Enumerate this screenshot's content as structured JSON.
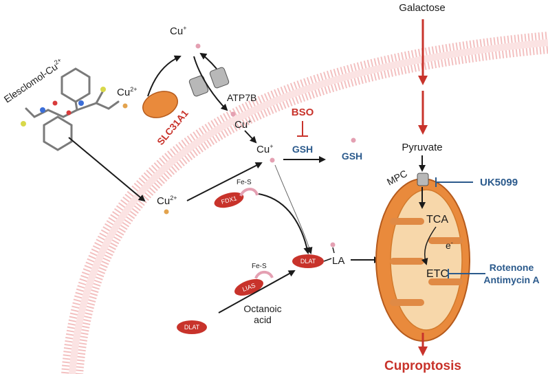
{
  "colors": {
    "red": "#c8332b",
    "blue": "#2b5a8c",
    "membrane": "#f2b9b9",
    "mito_fill": "#e98a3c",
    "mito_inner": "#f7d7aa",
    "transporter": "#b8b8b8",
    "copper_dot": "#e3a34d",
    "cuplus_dot": "#e4a0b2"
  },
  "labels": {
    "galactose": "Galactose",
    "elesclomol_main": "Elesclomol-Cu",
    "elesclomol_sup": "2+",
    "cu_top": "Cu",
    "cu_top_sup": "+",
    "cu2_left": "Cu",
    "cu2_left_sup": "2+",
    "slc31a1": "SLC31A1",
    "atp7b": "ATP7B",
    "cu_mid": "Cu",
    "cu_mid_sup": "+",
    "cu_center": "Cu",
    "cu_center_sup": "+",
    "bso": "BSO",
    "gsh_left": "GSH",
    "gsh_right": "GSH",
    "pyruvate": "Pyruvate",
    "mpc": "MPC",
    "uk5099": "UK5099",
    "cu2_lower": "Cu",
    "cu2_lower_sup": "2+",
    "fes_top": "Fe-S",
    "fdx1": "FDX1",
    "tca": "TCA",
    "electron": "e",
    "electron_sup": "-",
    "etc": "ETC",
    "rotenone": "Rotenone",
    "antimycin": "Antimycin A",
    "dlat_mid": "DLAT",
    "la": "LA",
    "fes_bottom": "Fe-S",
    "lias": "LIAS",
    "dlat_bottom": "DLAT",
    "octanoic": "Octanoic",
    "acid": "acid",
    "cuproptosis": "Cuproptosis"
  }
}
